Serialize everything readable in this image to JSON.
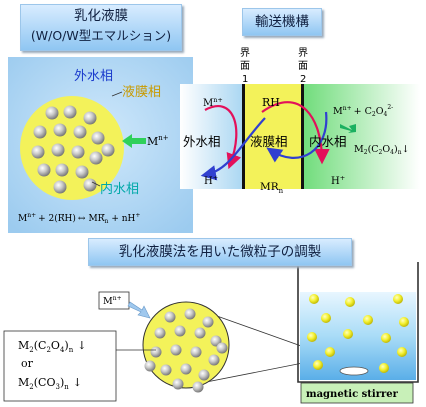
{
  "emulsion": {
    "title_line1": "乳化液膜",
    "title_line2": "(W/O/W型エマルション)",
    "outer_phase_label": "外水相",
    "membrane_label": "液膜相",
    "inner_phase_label": "内水相",
    "metal_ion": "M",
    "metal_ion_sup": "n+",
    "equation": {
      "m": "M",
      "m_sup": "n+",
      "plus1": "+ 2(",
      "rh": "RH",
      "paren_close": ")",
      "arrow": "↔",
      "mr": "MR",
      "mr_sub": "n",
      "plus2": "+ nH",
      "h_sup": "+"
    }
  },
  "transport": {
    "title": "輸送機構",
    "interface1": "界面1",
    "interface2": "界面2",
    "m_left": "M",
    "m_left_sup": "n+",
    "rh": "RH",
    "outer_label": "外水相",
    "membrane_label": "液膜相",
    "inner_label": "内水相",
    "h_left": "H",
    "h_left_sup": "+",
    "mr": "MR",
    "mr_sub": "n",
    "h_right": "H",
    "h_right_sup": "+",
    "m_right": "M",
    "m_right_sup": "n+",
    "plus": "+",
    "c2o4": "C",
    "c2o4_sub1": "2",
    "c2o4_o": "O",
    "c2o4_sub2": "4",
    "c2o4_sup": "2-",
    "precipitate": {
      "m": "M",
      "sub1": "2",
      "p1": "(C",
      "sub2": "2",
      "o": "O",
      "sub3": "4",
      "p2": ")",
      "subn": "n",
      "arrow": "↓"
    }
  },
  "prep": {
    "title": "乳化液膜法を用いた微粒子の調製",
    "metal_ion": "M",
    "metal_ion_sup": "n+",
    "product1": {
      "m": "M",
      "sub1": "2",
      "p1": "(C",
      "sub2": "2",
      "o": "O",
      "sub3": "4",
      "p2": ")",
      "subn": "n",
      "arrow": "↓"
    },
    "or_label": "or",
    "product2": {
      "m": "M",
      "sub1": "2",
      "p1": "(CO",
      "sub2": "3",
      "p2": ")",
      "subn": "n",
      "arrow": "↓"
    },
    "stirrer_label": "magnetic stirrer"
  },
  "colors": {
    "membrane_yellow": "#f3f25a",
    "outer_blue": "#aad8f4",
    "inner_green": "#6fe07a",
    "arrow_red": "#e3105a",
    "arrow_blue": "#3040d0",
    "title_blue": "#8fc6f2"
  }
}
